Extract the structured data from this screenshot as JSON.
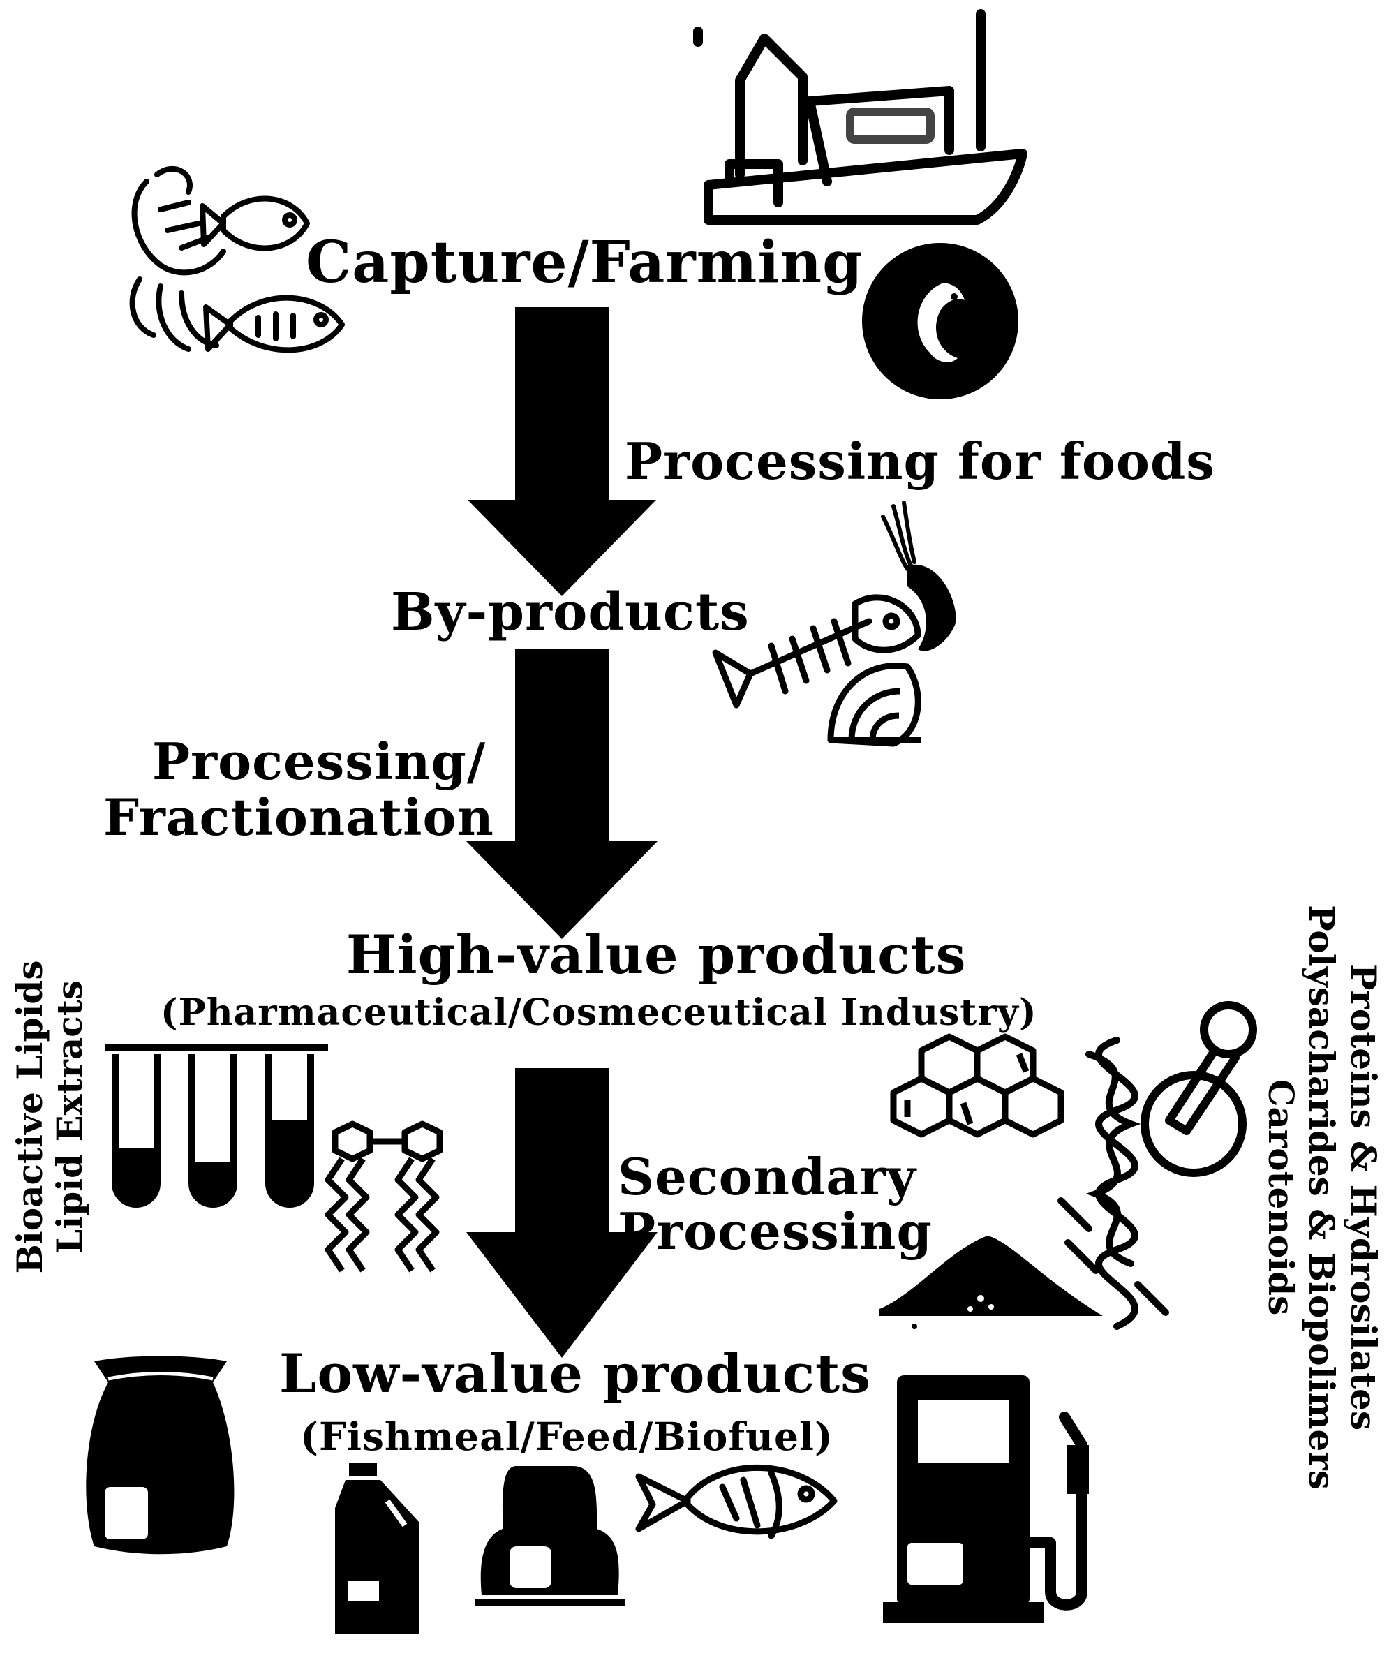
{
  "colors": {
    "ink": "#000000",
    "paper": "#ffffff"
  },
  "stages": {
    "capture": "Capture/Farming",
    "byproducts": "By-products",
    "high_value": "High-value products",
    "high_value_sub": "(Pharmaceutical/Cosmeceutical  Industry)",
    "low_value": "Low-value products",
    "low_value_sub": "(Fishmeal/Feed/Biofuel)"
  },
  "steps": {
    "food_processing": "Processing for foods",
    "fractionation_line1": "Processing/",
    "fractionation_line2": "Fractionation",
    "secondary_line1": "Secondary",
    "secondary_line2": "Processing"
  },
  "side_labels": {
    "left_line1": "Bioactive Lipids",
    "left_line2": "Lipid Extracts",
    "right_line1": "Proteins & Hydrosilates",
    "right_line2": "Polysacharides & Biopolimers",
    "right_line3": "Carotenoids"
  },
  "icons": [
    "seafood-icon",
    "fishing-boat-icon",
    "fish-badge-icon",
    "fish-skeleton-icon",
    "shrimp-icon",
    "shell-icon",
    "test-tubes-icon",
    "lipid-molecule-icon",
    "polycyclic-molecule-icon",
    "protein-helix-icon",
    "mortar-pestle-icon",
    "powder-pile-icon",
    "feed-sack-icon",
    "oil-bottle-icon",
    "hay-bale-icon",
    "fish-icon",
    "fuel-pump-icon"
  ]
}
